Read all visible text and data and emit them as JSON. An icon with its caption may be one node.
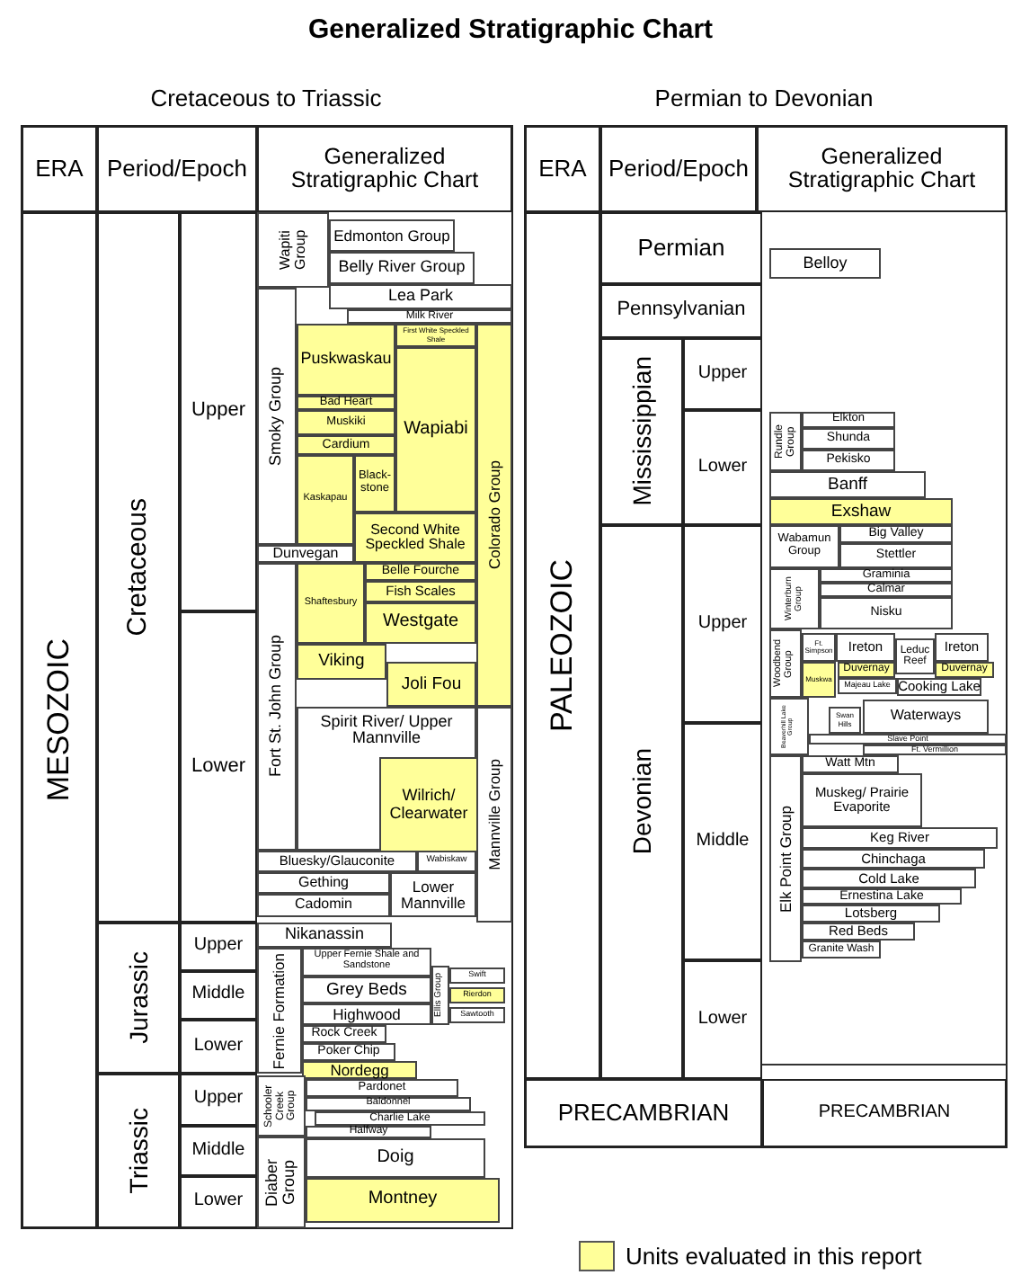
{
  "diagram": {
    "title": "Generalized Stratigraphic Chart",
    "labels": [
      "Cretaceous to Triassic",
      "Permian to Devonian"
    ],
    "nodes": [
      {
        "text": [
          "ERA"
        ]
      },
      {
        "text": [
          "Period/Epoch"
        ]
      },
      {
        "text": [
          "Generalized Stratigraphic Chart"
        ]
      },
      {
        "text": [
          "MESOZOIC"
        ]
      },
      {
        "text": [
          "Cretaceous"
        ]
      },
      {
        "text": [
          "Upper"
        ]
      },
      {
        "text": [
          "Lower"
        ]
      },
      {
        "text": [
          "Jurassic"
        ]
      },
      {
        "text": [
          "Upper"
        ]
      },
      {
        "text": [
          "Middle"
        ]
      },
      {
        "text": [
          "Lower"
        ]
      },
      {
        "text": [
          "Triassic"
        ]
      },
      {
        "text": [
          "Upper"
        ]
      },
      {
        "text": [
          "Middle"
        ]
      },
      {
        "text": [
          "Lower"
        ]
      },
      {
        "text": [
          "Wapiti Group"
        ]
      },
      {
        "text": [
          "Edmonton Group"
        ]
      },
      {
        "text": [
          "Belly River Group"
        ]
      },
      {
        "text": [
          "Lea Park"
        ]
      },
      {
        "text": [
          "Milk River"
        ]
      },
      {
        "text": [
          "Smoky Group"
        ]
      },
      {
        "text": [
          "Puskwaskau"
        ]
      },
      {
        "text": [
          "First White Speckled Shale"
        ]
      },
      {
        "text": [
          "Wapiabi"
        ]
      },
      {
        "text": [
          "Bad Heart"
        ]
      },
      {
        "text": [
          "Muskiki"
        ]
      },
      {
        "text": [
          "Cardium"
        ]
      },
      {
        "text": [
          "Kaskapau"
        ]
      },
      {
        "text": [
          "Black-stone"
        ]
      },
      {
        "text": [
          "Second White Speckled Shale"
        ]
      },
      {
        "text": [
          "Colorado Group"
        ]
      },
      {
        "text": [
          "Dunvegan"
        ]
      },
      {
        "text": [
          "Fort St. John Group"
        ]
      },
      {
        "text": [
          "Shaftesbury"
        ]
      },
      {
        "text": [
          "Belle Fourche"
        ]
      },
      {
        "text": [
          "Fish Scales"
        ]
      },
      {
        "text": [
          "Westgate"
        ]
      },
      {
        "text": [
          "Viking"
        ]
      },
      {
        "text": [
          "Joli Fou"
        ]
      },
      {
        "text": [
          "Spirit River/ Upper Mannville"
        ]
      },
      {
        "text": [
          "Wilrich/ Clearwater"
        ],
        "in": 39
      },
      {
        "text": [
          "Mannville Group"
        ]
      },
      {
        "text": [
          "Bluesky/Glauconite"
        ]
      },
      {
        "text": [
          "Wabiskaw"
        ]
      },
      {
        "text": [
          "Gething"
        ]
      },
      {
        "text": [
          "Lower Mannville"
        ]
      },
      {
        "text": [
          "Cadomin"
        ]
      },
      {
        "text": [
          "Nikanassin"
        ]
      },
      {
        "text": [
          "Fernie Formation"
        ]
      },
      {
        "text": [
          "Upper Fernie Shale and Sandstone"
        ]
      },
      {
        "text": [
          "Grey Beds"
        ]
      },
      {
        "text": [
          "Ellis Group"
        ]
      },
      {
        "text": [
          "Swift"
        ]
      },
      {
        "text": [
          "Rierdon"
        ]
      },
      {
        "text": [
          "Sawtooth"
        ]
      },
      {
        "text": [
          "Highwood"
        ]
      },
      {
        "text": [
          "Rock Creek"
        ]
      },
      {
        "text": [
          "Poker Chip"
        ]
      },
      {
        "text": [
          "Nordegg"
        ]
      },
      {
        "text": [
          "Schooler Creek Group"
        ]
      },
      {
        "text": [
          "Pardonet"
        ]
      },
      {
        "text": [
          "Baldonnel"
        ]
      },
      {
        "text": [
          "Charlie Lake"
        ]
      },
      {
        "text": [
          "Halfway"
        ]
      },
      {
        "text": [
          "Diaber Group"
        ]
      },
      {
        "text": [
          "Doig"
        ]
      },
      {
        "text": [
          "Montney"
        ]
      },
      {
        "text": [
          "ERA"
        ]
      },
      {
        "text": [
          "Period/Epoch"
        ]
      },
      {
        "text": [
          "Generalized Stratigraphic Chart"
        ]
      },
      {
        "text": [
          "PALEOZOIC"
        ]
      },
      {
        "text": [
          "Permian"
        ]
      },
      {
        "text": [
          "Pennsylvanian"
        ]
      },
      {
        "text": [
          "Mississippian"
        ]
      },
      {
        "text": [
          "Upper"
        ]
      },
      {
        "text": [
          "Lower"
        ]
      },
      {
        "text": [
          "Devonian"
        ]
      },
      {
        "text": [
          "Upper"
        ]
      },
      {
        "text": [
          "Middle"
        ]
      },
      {
        "text": [
          "Lower"
        ]
      },
      {
        "text": [
          "Belloy"
        ]
      },
      {
        "text": [
          "Rundle Group"
        ]
      },
      {
        "text": [
          "Elkton"
        ]
      },
      {
        "text": [
          "Shunda"
        ]
      },
      {
        "text": [
          "Pekisko"
        ]
      },
      {
        "text": [
          "Banff"
        ]
      },
      {
        "text": [
          "Exshaw"
        ]
      },
      {
        "text": [
          "Wabamun Group"
        ]
      },
      {
        "text": [
          "Big Valley"
        ]
      },
      {
        "text": [
          "Stettler"
        ]
      },
      {
        "text": [
          "Winterburn Group"
        ]
      },
      {
        "text": [
          "Graminia"
        ]
      },
      {
        "text": [
          "Calmar"
        ]
      },
      {
        "text": [
          "Nisku"
        ]
      },
      {
        "text": [
          "Woodbend Group"
        ]
      },
      {
        "text": [
          "Ft. Simpson"
        ]
      },
      {
        "text": [
          "Ireton"
        ]
      },
      {
        "text": [
          "Leduc Reef"
        ]
      },
      {
        "text": [
          "Ireton"
        ]
      },
      {
        "text": [
          "Muskwa"
        ]
      },
      {
        "text": [
          "Duvernay"
        ]
      },
      {
        "text": [
          "Duvernay"
        ]
      },
      {
        "text": [
          "Majeau Lake"
        ]
      },
      {
        "text": [
          "Cooking Lake"
        ]
      },
      {
        "text": [
          "Beaverhill Lake Group"
        ]
      },
      {
        "text": [
          "Swan Hills"
        ]
      },
      {
        "text": [
          "Waterways"
        ]
      },
      {
        "text": [
          "Slave Point"
        ]
      },
      {
        "text": [
          "Ft. Vermillion"
        ]
      },
      {
        "text": [
          "Elk Point Group"
        ]
      },
      {
        "text": [
          "Watt Mtn"
        ]
      },
      {
        "text": [
          "Muskeg/ Prairie Evaporite"
        ]
      },
      {
        "text": [
          "Keg River"
        ]
      },
      {
        "text": [
          "Chinchaga"
        ]
      },
      {
        "text": [
          "Cold Lake"
        ]
      },
      {
        "text": [
          "Ernestina Lake"
        ]
      },
      {
        "text": [
          "Lotsberg"
        ]
      },
      {
        "text": [
          "Red Beds"
        ]
      },
      {
        "text": [
          "Granite Wash"
        ]
      },
      {
        "text": [
          "PRECAMBRIAN"
        ]
      },
      {
        "text": [
          "PRECAMBRIAN"
        ]
      }
    ],
    "legend": [
      {
        "text": "Units evaluated in this report",
        "color": "#ffff99"
      }
    ]
  }
}
